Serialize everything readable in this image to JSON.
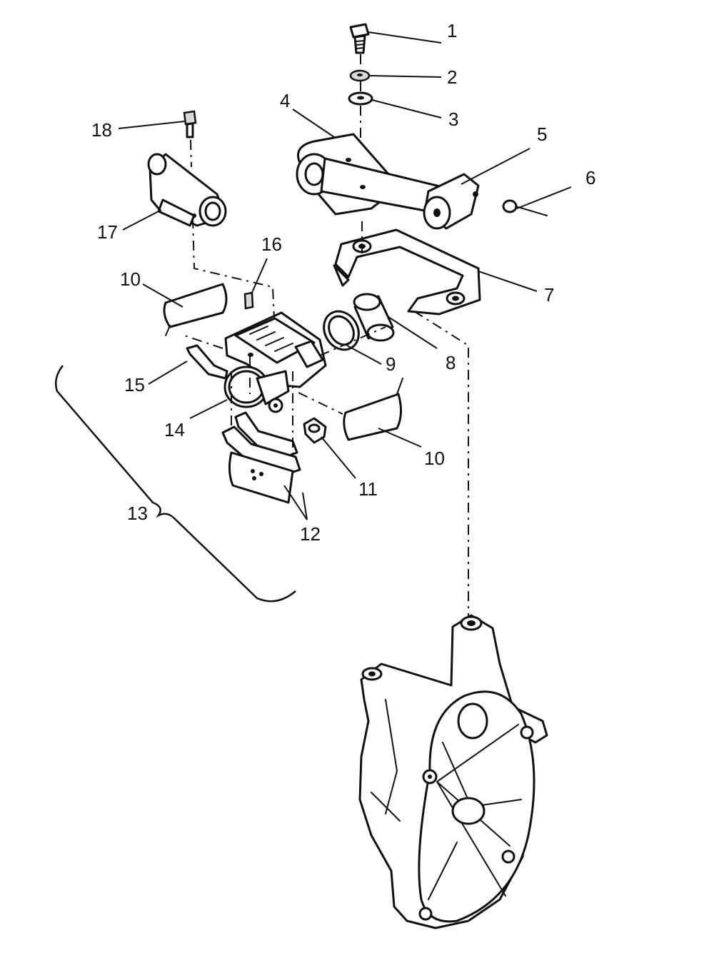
{
  "diagram": {
    "callouts": [
      {
        "id": "c1",
        "label": "1"
      },
      {
        "id": "c2",
        "label": "2"
      },
      {
        "id": "c3",
        "label": "3"
      },
      {
        "id": "c4",
        "label": "4"
      },
      {
        "id": "c5",
        "label": "5"
      },
      {
        "id": "c6",
        "label": "6"
      },
      {
        "id": "c7",
        "label": "7"
      },
      {
        "id": "c8",
        "label": "8"
      },
      {
        "id": "c9",
        "label": "9"
      },
      {
        "id": "c10a",
        "label": "10"
      },
      {
        "id": "c10b",
        "label": "10"
      },
      {
        "id": "c11",
        "label": "11"
      },
      {
        "id": "c12",
        "label": "12"
      },
      {
        "id": "c13",
        "label": "13"
      },
      {
        "id": "c14",
        "label": "14"
      },
      {
        "id": "c15",
        "label": "15"
      },
      {
        "id": "c16",
        "label": "16"
      },
      {
        "id": "c17",
        "label": "17"
      },
      {
        "id": "c18",
        "label": "18"
      }
    ]
  }
}
